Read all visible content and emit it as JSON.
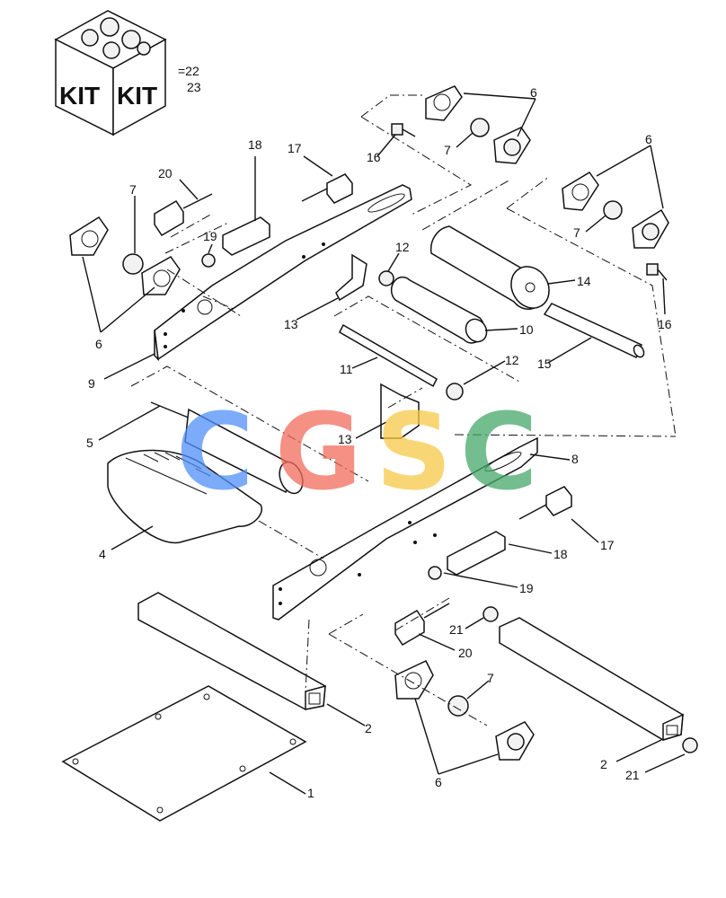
{
  "kit": {
    "face_left": "KIT",
    "face_right": "KIT",
    "refs_line1": "=22",
    "refs_line2": "23"
  },
  "callouts": {
    "c1": "1",
    "c2a": "2",
    "c2b": "2",
    "c4": "4",
    "c5": "5",
    "c6a": "6",
    "c6b": "6",
    "c6c": "6",
    "c6d": "6",
    "c7a": "7",
    "c7b": "7",
    "c7c": "7",
    "c7d": "7",
    "c8": "8",
    "c9": "9",
    "c10": "10",
    "c11": "11",
    "c12a": "12",
    "c12b": "12",
    "c13a": "13",
    "c13b": "13",
    "c14": "14",
    "c15": "15",
    "c16a": "16",
    "c16b": "16",
    "c17a": "17",
    "c17b": "17",
    "c18a": "18",
    "c18b": "18",
    "c19a": "19",
    "c19b": "19",
    "c20a": "20",
    "c20b": "20",
    "c21a": "21",
    "c21b": "21"
  },
  "watermark": {
    "letters": [
      "C",
      "G",
      "S",
      "C"
    ],
    "colors": [
      "#4f8ff7",
      "#f26b5b",
      "#f7c948",
      "#46a86a"
    ]
  }
}
